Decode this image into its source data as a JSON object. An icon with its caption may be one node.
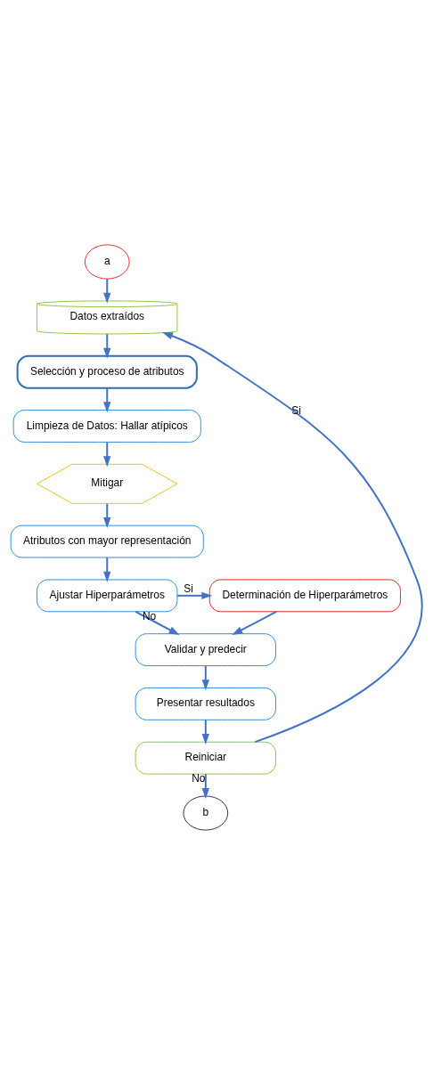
{
  "diagram": {
    "nodes": [
      {
        "text": [
          "a"
        ]
      },
      {
        "text": [
          "Datos extraídos"
        ]
      },
      {
        "text": [
          "Selección y proceso de atributos"
        ]
      },
      {
        "text": [
          "Limpieza de Datos: Hallar atípicos"
        ]
      },
      {
        "text": [
          "Mitigar"
        ]
      },
      {
        "text": [
          "Atributos con mayor representación"
        ]
      },
      {
        "text": [
          "Ajustar Hiperparámetros"
        ]
      },
      {
        "text": [
          "Determinación de Hiperparámetros"
        ]
      },
      {
        "text": [
          "Validar y predecir"
        ]
      },
      {
        "text": [
          "Presentar resultados"
        ]
      },
      {
        "text": [
          "Reiniciar"
        ]
      },
      {
        "text": [
          "b"
        ]
      }
    ],
    "edges": [
      {
        "from": 0,
        "to": 1,
        "arrow": "to"
      },
      {
        "from": 1,
        "to": 2,
        "arrow": "to"
      },
      {
        "from": 2,
        "to": 3,
        "arrow": "to"
      },
      {
        "from": 3,
        "to": 4,
        "arrow": "to"
      },
      {
        "from": 4,
        "to": 5,
        "arrow": "to"
      },
      {
        "from": 5,
        "to": 6,
        "arrow": "to"
      },
      {
        "from": 6,
        "to": 7,
        "arrow": "to",
        "label": "Si"
      },
      {
        "from": 6,
        "to": 8,
        "arrow": "to",
        "label": "No"
      },
      {
        "from": 7,
        "to": 8,
        "arrow": "to"
      },
      {
        "from": 8,
        "to": 9,
        "arrow": "to"
      },
      {
        "from": 9,
        "to": 10,
        "arrow": "to"
      },
      {
        "from": 10,
        "to": 1,
        "arrow": "to",
        "label": "Si"
      },
      {
        "from": 10,
        "to": 11,
        "arrow": "to",
        "label": "No"
      }
    ]
  }
}
